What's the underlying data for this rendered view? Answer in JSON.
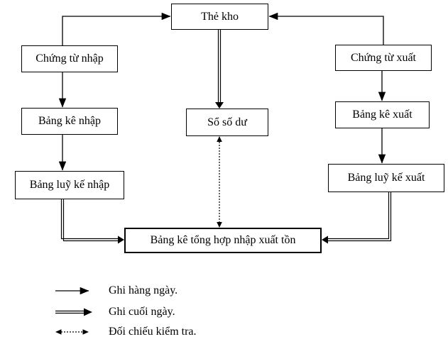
{
  "diagram": {
    "nodes": {
      "the_kho": {
        "label": "Thẻ kho"
      },
      "chung_tu_nhap": {
        "label": "Chứng từ nhập"
      },
      "bang_ke_nhap": {
        "label": "Bảng kê nhập"
      },
      "bang_luy_ke_nhap": {
        "label": "Bảng luỹ kế nhập"
      },
      "so_so_du": {
        "label": "Sổ số dư"
      },
      "chung_tu_xuat": {
        "label": "Chứng từ xuất"
      },
      "bang_ke_xuat": {
        "label": "Bảng kê xuất"
      },
      "bang_luy_ke_xuat": {
        "label": "Bảng luỹ kế xuất"
      },
      "bang_ke_tong_hop": {
        "label": "Bảng kê tổng hợp nhập xuất tồn"
      }
    },
    "edges": [
      {
        "from": "chung_tu_nhap",
        "to": "the_kho",
        "style": "daily"
      },
      {
        "from": "chung_tu_xuat",
        "to": "the_kho",
        "style": "daily"
      },
      {
        "from": "chung_tu_nhap",
        "to": "bang_ke_nhap",
        "style": "daily"
      },
      {
        "from": "bang_ke_nhap",
        "to": "bang_luy_ke_nhap",
        "style": "daily"
      },
      {
        "from": "chung_tu_xuat",
        "to": "bang_ke_xuat",
        "style": "daily"
      },
      {
        "from": "bang_ke_xuat",
        "to": "bang_luy_ke_xuat",
        "style": "daily"
      },
      {
        "from": "the_kho",
        "to": "so_so_du",
        "style": "end_of_day"
      },
      {
        "from": "bang_luy_ke_nhap",
        "to": "bang_ke_tong_hop",
        "style": "end_of_day"
      },
      {
        "from": "bang_luy_ke_xuat",
        "to": "bang_ke_tong_hop",
        "style": "end_of_day"
      },
      {
        "from": "so_so_du",
        "to": "bang_ke_tong_hop",
        "style": "cross_check",
        "bidirectional": true
      }
    ],
    "colors": {
      "line": "#000000",
      "box_border": "#000000",
      "text": "#000000",
      "background": "#ffffff"
    }
  },
  "legend": {
    "items": [
      {
        "symbol": "single-solid-arrow",
        "label": "Ghi hàng ngày."
      },
      {
        "symbol": "double-line-arrow",
        "label": "Ghi cuối ngày."
      },
      {
        "symbol": "dotted-double-headed-arrow",
        "label": "Đối chiếu kiểm tra."
      }
    ]
  }
}
